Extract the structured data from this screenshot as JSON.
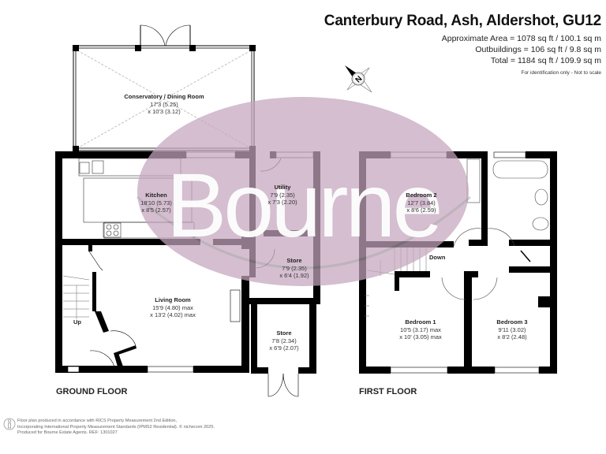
{
  "header": {
    "title": "Canterbury Road, Ash, Aldershot, GU12",
    "area_lines": [
      "Approximate Area = 1078 sq ft / 100.1 sq m",
      "Outbuildings = 106 sq ft / 9.8 sq m",
      "Total = 1184 sq ft / 109.9 sq m"
    ],
    "note": "For identification only - Not to scale"
  },
  "compass": {
    "icon": "compass-north-icon",
    "label": "N"
  },
  "watermark": {
    "text": "Bourne",
    "color": "#cdb4c9"
  },
  "ground_floor": {
    "label": "GROUND FLOOR",
    "stairs_label": "Up",
    "rooms": [
      {
        "name": "Conservatory / Dining Room",
        "dim1": "17'3 (5.25)",
        "dim2": "x 10'3 (3.12)"
      },
      {
        "name": "Kitchen",
        "dim1": "18'10 (5.73)",
        "dim2": "x 8'5 (2.57)"
      },
      {
        "name": "Utility",
        "dim1": "7'9 (2.35)",
        "dim2": "x 7'3 (2.20)"
      },
      {
        "name": "Store",
        "dim1": "7'9 (2.35)",
        "dim2": "x 6'4 (1.92)"
      },
      {
        "name": "Living Room",
        "dim1": "15'9 (4.80) max",
        "dim2": "x 13'2 (4.02) max"
      },
      {
        "name": "Store",
        "dim1": "7'8 (2.34)",
        "dim2": "x 6'9 (2.07)"
      }
    ]
  },
  "first_floor": {
    "label": "FIRST FLOOR",
    "stairs_label": "Down",
    "rooms": [
      {
        "name": "Bedroom 2",
        "dim1": "12'7 (3.84)",
        "dim2": "x 8'6 (2.59)"
      },
      {
        "name": "Bedroom 1",
        "dim1": "10'5 (3.17) max",
        "dim2": "x 10' (3.05) max"
      },
      {
        "name": "Bedroom 3",
        "dim1": "9'11 (3.02)",
        "dim2": "x 8'2 (2.48)"
      }
    ]
  },
  "footer": {
    "icon": "info-person-icon",
    "lines": [
      "Floor plan produced in accordance with RICS Property Measurement 2nd Edition,",
      "Incorporating International Property Measurement Standards (IPMS2 Residential).   © nichecom 2025.",
      "Produced for Bourne Estate Agents.   REF:  1301027"
    ]
  }
}
